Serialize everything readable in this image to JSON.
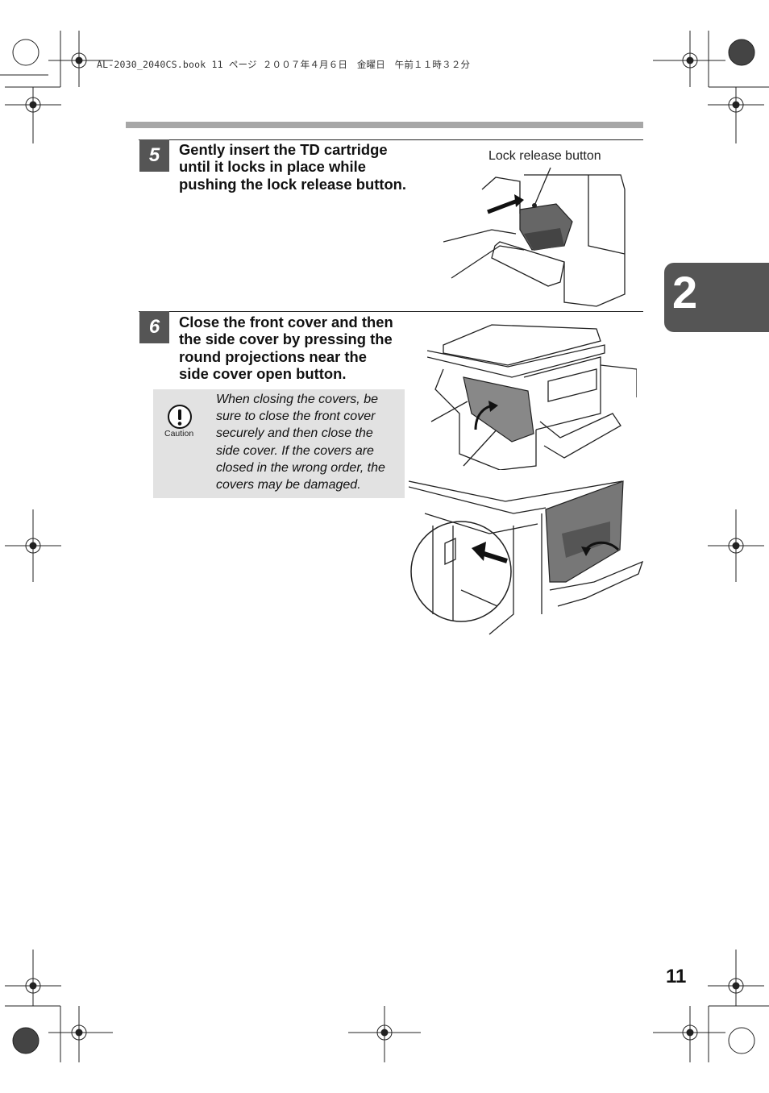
{
  "header": {
    "file_info": "AL-2030_2040CS.book  11 ページ  ２００７年４月６日　金曜日　午前１１時３２分"
  },
  "steps": [
    {
      "number": "5",
      "title_lines": [
        "Gently insert the TD cartridge",
        "until it locks in place while",
        "pushing the lock release button."
      ],
      "callout": "Lock release button"
    },
    {
      "number": "6",
      "title_lines": [
        "Close the front cover and then",
        "the side cover by pressing the",
        "round projections near the",
        "side cover open button."
      ]
    }
  ],
  "caution": {
    "label": "Caution",
    "icon": "exclamation-circle-icon",
    "lines": [
      "When closing the covers, be",
      "sure to close the front cover",
      "securely and then close the",
      "side cover. If the covers are",
      "closed in the wrong order, the",
      "covers may be damaged."
    ]
  },
  "chapter_tab": {
    "number": "2",
    "color": "#555555"
  },
  "page_number": "11"
}
